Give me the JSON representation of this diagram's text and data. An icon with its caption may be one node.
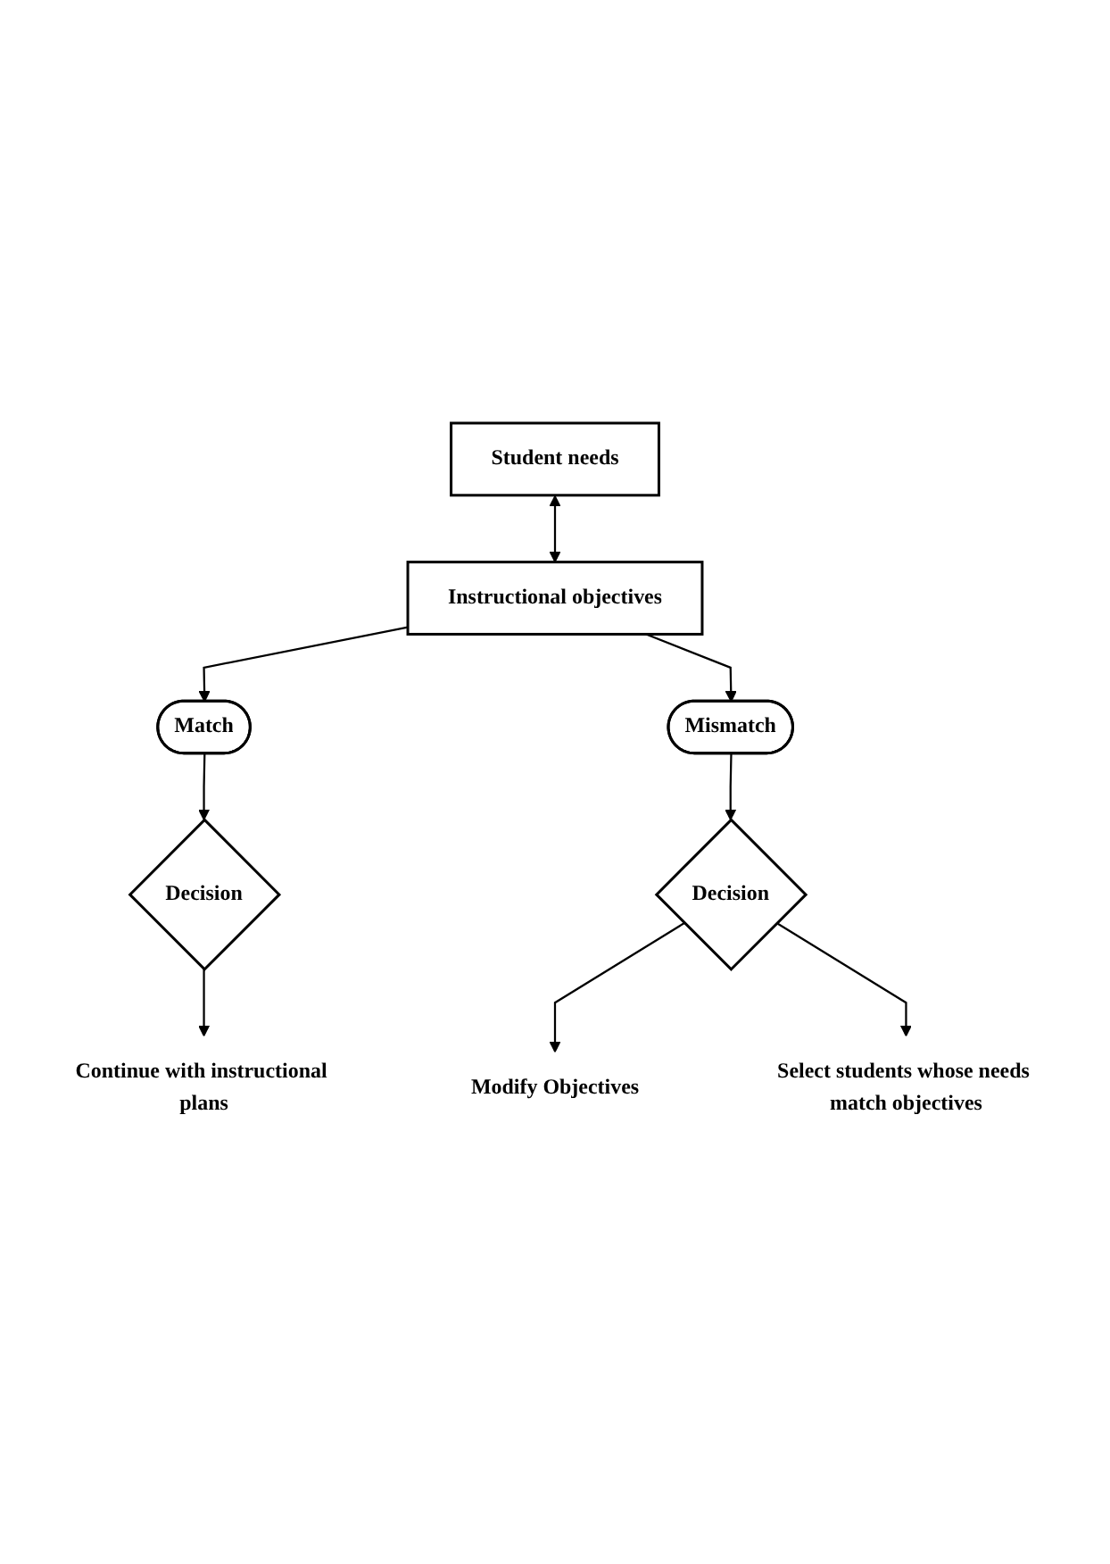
{
  "diagram": {
    "nodes": [
      {
        "text": [
          "Student needs"
        ]
      },
      {
        "text": [
          "Instructional objectives"
        ]
      },
      {
        "text": [
          "Match"
        ]
      },
      {
        "text": [
          "Mismatch"
        ]
      },
      {
        "text": [
          "Decision"
        ]
      },
      {
        "text": [
          "Decision"
        ]
      },
      {
        "text": [
          "Continue with instructional plans"
        ]
      },
      {
        "text": [
          "Modify Objectives"
        ]
      },
      {
        "text": [
          "Select students whose needs match objectives"
        ]
      }
    ],
    "edges": [
      {
        "from": 0,
        "to": 1,
        "arrow": "both"
      },
      {
        "from": 1,
        "to": 2,
        "arrow": "to"
      },
      {
        "from": 1,
        "to": 3,
        "arrow": "to"
      },
      {
        "from": 2,
        "to": 4,
        "arrow": "to"
      },
      {
        "from": 3,
        "to": 5,
        "arrow": "to"
      },
      {
        "from": 4,
        "to": 6,
        "arrow": "to"
      },
      {
        "from": 5,
        "to": 7,
        "arrow": "to"
      },
      {
        "from": 5,
        "to": 8,
        "arrow": "to"
      }
    ]
  }
}
